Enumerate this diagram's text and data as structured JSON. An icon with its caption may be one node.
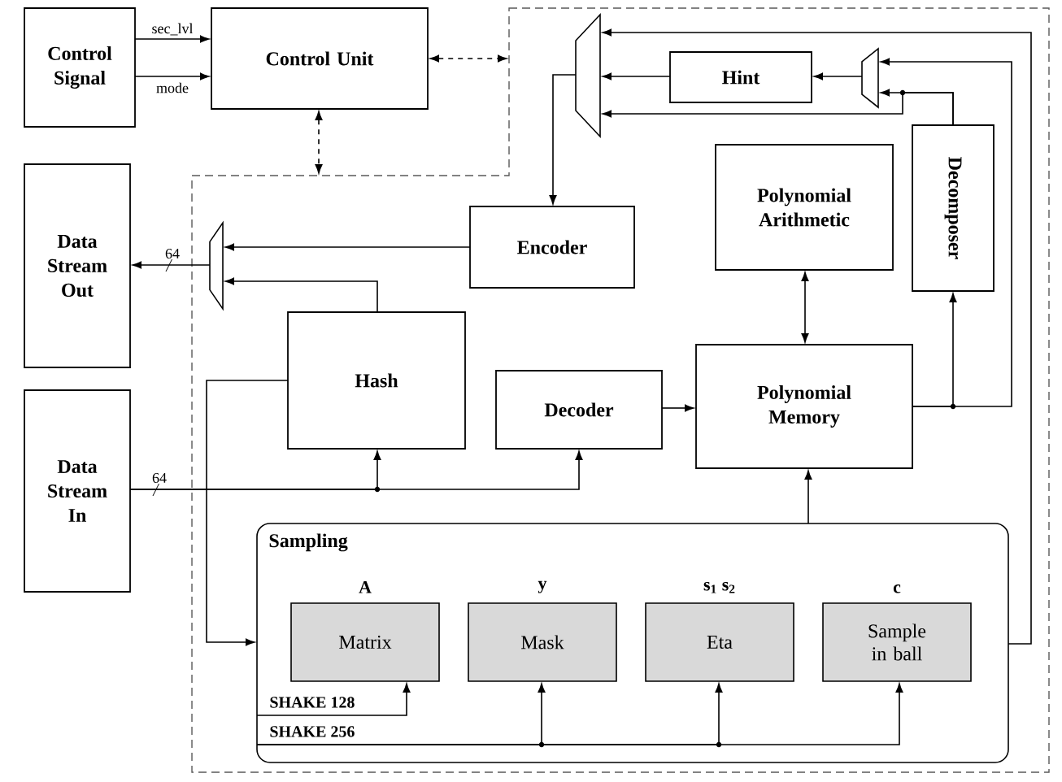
{
  "diagram": {
    "nodes": [
      {
        "text": [
          "Control Signal"
        ]
      },
      {
        "text": [
          "Control Unit"
        ]
      },
      {
        "text": [],
        "shape": "box"
      },
      {
        "text": [],
        "shape": "trapezoid",
        "in": 2
      },
      {
        "text": [
          "Hint"
        ],
        "in": 2
      },
      {
        "text": [],
        "shape": "trapezoid",
        "in": 2
      },
      {
        "text": [
          "Data Stream Out"
        ]
      },
      {
        "text": [],
        "shape": "trapezoid",
        "in": 2
      },
      {
        "text": [
          "Encoder"
        ],
        "in": 2
      },
      {
        "text": [
          "Polynomial Arithmetic"
        ],
        "in": 2
      },
      {
        "text": [
          "Decomposer"
        ],
        "in": 2
      },
      {
        "text": [
          "Hash"
        ],
        "in": 2
      },
      {
        "text": [
          "Decoder"
        ],
        "in": 2
      },
      {
        "text": [
          "Polynomial Memory"
        ],
        "in": 2
      },
      {
        "text": [
          "Data Stream In"
        ]
      },
      {
        "text": [
          "Sampling"
        ],
        "in": 2
      },
      {
        "text": [
          "Matrix"
        ],
        "in": 15,
        "beside": [
          "A"
        ]
      },
      {
        "text": [
          "Mask"
        ],
        "in": 15,
        "beside": [
          "y"
        ]
      },
      {
        "text": [
          "Eta"
        ],
        "in": 15,
        "beside": [
          "s$_{1}$  s$_{2}$"
        ]
      },
      {
        "text": [
          "Sample in ball"
        ],
        "in": 15,
        "beside": [
          "c"
        ]
      }
    ],
    "edges": [
      {
        "from": 0,
        "to": 1,
        "arrow": "to",
        "label": "sec_lvl"
      },
      {
        "from": 0,
        "to": 1,
        "arrow": "to",
        "label": "mode"
      },
      {
        "from": 1,
        "to": 2,
        "arrow": "both",
        "style": "dashed"
      },
      {
        "from": 1,
        "to": 2,
        "arrow": "both",
        "style": "dashed"
      },
      {
        "from": 15,
        "to": 3,
        "arrow": "to"
      },
      {
        "from": 4,
        "to": 3,
        "arrow": "to"
      },
      {
        "from": 10,
        "to": 3,
        "arrow": "to"
      },
      {
        "from": 5,
        "to": 4,
        "arrow": "to"
      },
      {
        "from": 13,
        "to": 5,
        "arrow": "to"
      },
      {
        "from": 10,
        "to": 5,
        "arrow": "to"
      },
      {
        "from": 3,
        "to": 8,
        "arrow": "to"
      },
      {
        "from": 8,
        "to": 7,
        "arrow": "to"
      },
      {
        "from": 11,
        "to": 7,
        "arrow": "to"
      },
      {
        "from": 7,
        "to": 6,
        "arrow": "to",
        "label": "64"
      },
      {
        "from": 9,
        "to": 13,
        "arrow": "both"
      },
      {
        "from": 13,
        "to": 10,
        "arrow": "to"
      },
      {
        "from": 14,
        "to": 11,
        "arrow": "to",
        "label": "64"
      },
      {
        "from": 14,
        "to": 12,
        "arrow": "to"
      },
      {
        "from": 12,
        "to": 13,
        "arrow": "to"
      },
      {
        "from": 15,
        "to": 13,
        "arrow": "to"
      },
      {
        "from": 11,
        "to": 15,
        "arrow": "to"
      },
      {
        "from": 15,
        "to": 16,
        "arrow": "to"
      },
      {
        "from": 15,
        "to": 17,
        "arrow": "to"
      },
      {
        "from": 15,
        "to": 18,
        "arrow": "to"
      },
      {
        "from": 15,
        "to": 19,
        "arrow": "to"
      }
    ],
    "labels": [
      "SHAKE 128",
      "SHAKE 256"
    ]
  }
}
